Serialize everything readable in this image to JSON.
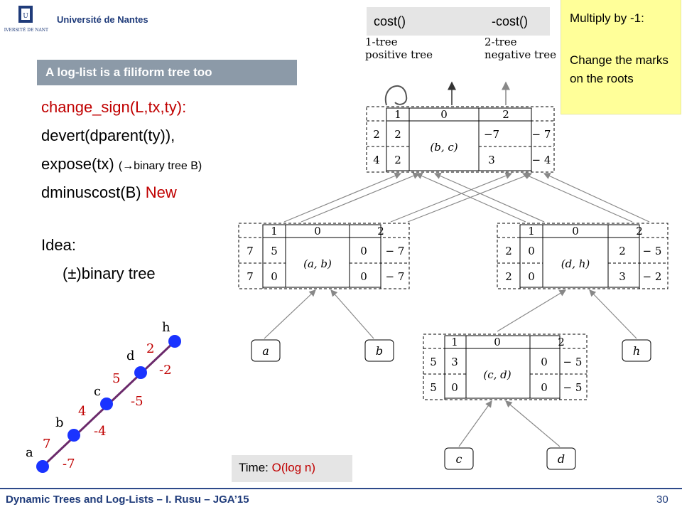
{
  "header": {
    "university": "Université de Nantes",
    "logo_text": "UNIVERSITÉ DE NANTES"
  },
  "section_label": "A log-list is a filiform tree too",
  "code": {
    "line1": "change_sign(L,tx,ty):",
    "line2": "devert(dparent(ty)),",
    "line3_main": "expose(tx) ",
    "line3_note": "(→binary tree B)",
    "line4_main": "dminuscost(B) ",
    "line4_kw": "New"
  },
  "idea": {
    "label": "Idea:",
    "text": "(±)binary tree"
  },
  "cost_banner": {
    "positive": "cost()",
    "negative": "-cost()"
  },
  "note": {
    "line1": "Multiply by -1:",
    "line2": "Change the marks on the roots"
  },
  "time": {
    "prefix": "Time: ",
    "value": "O(log n)"
  },
  "footer": {
    "title": "Dynamic Trees and Log-Lists – I. Rusu – JGA’15",
    "page": "30"
  },
  "path_diagram": {
    "nodes": [
      "a",
      "b",
      "c",
      "d",
      "h"
    ],
    "positive_costs": [
      "7",
      "4",
      "5",
      "2"
    ],
    "negative_costs": [
      "-7",
      "-4",
      "-5",
      "-2"
    ],
    "colors": {
      "node": "#1a33ff",
      "edge": "#6b2a6b",
      "cost": "#c00000"
    }
  },
  "tree_figure": {
    "top_labels": {
      "left_line1": "1-tree",
      "left_line2": "positive tree",
      "right_line1": "2-tree",
      "right_line2": "negative tree"
    },
    "root": {
      "header": [
        "1",
        "0",
        "2"
      ],
      "left_outer": [
        "2",
        "4"
      ],
      "left_inner": [
        "2",
        "2"
      ],
      "label": "(b, c)",
      "right_inner": [
        "−7",
        "3"
      ],
      "right_outer": [
        "− 7",
        "− 4"
      ]
    },
    "left_node": {
      "header": [
        "1",
        "0",
        "2"
      ],
      "left_outer": [
        "7",
        "7"
      ],
      "left_inner": [
        "5",
        "0"
      ],
      "label": "(a, b)",
      "right_inner": [
        "0",
        "0"
      ],
      "right_outer": [
        "− 7",
        "− 7"
      ]
    },
    "right_node": {
      "header": [
        "1",
        "0",
        "2"
      ],
      "left_outer": [
        "2",
        "2"
      ],
      "left_inner": [
        "0",
        "0"
      ],
      "label": "(d, h)",
      "right_inner": [
        "2",
        "3"
      ],
      "right_outer": [
        "− 5",
        "− 2"
      ]
    },
    "cd_node": {
      "header": [
        "1",
        "0",
        "2"
      ],
      "left_outer": [
        "5",
        "5"
      ],
      "left_inner": [
        "3",
        "0"
      ],
      "label": "(c, d)",
      "right_inner": [
        "0",
        "0"
      ],
      "right_outer": [
        "− 5",
        "− 5"
      ]
    },
    "leaves": [
      "a",
      "b",
      "h",
      "c",
      "d"
    ]
  }
}
